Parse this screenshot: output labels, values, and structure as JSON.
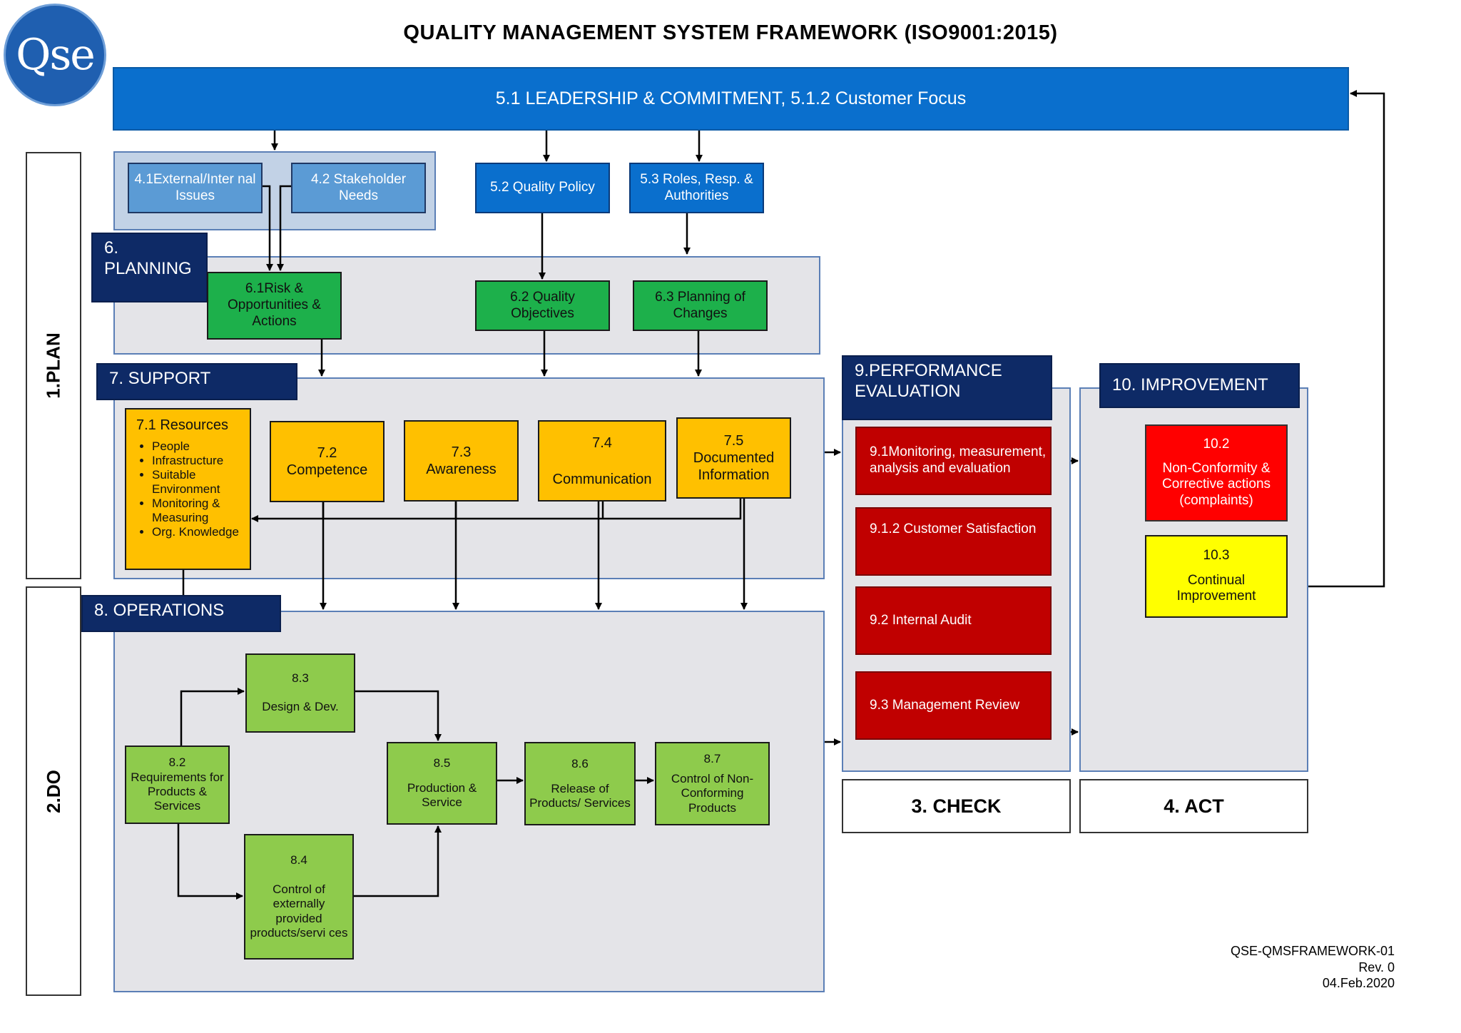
{
  "title": "QUALITY MANAGEMENT SYSTEM FRAMEWORK (ISO9001:2015)",
  "logo": "Qse",
  "leadership": "5.1 LEADERSHIP & COMMITMENT, 5.1.2 Customer Focus",
  "phases": {
    "plan": "1.PLAN",
    "do": "2.DO",
    "check": "3. CHECK",
    "act": "4. ACT"
  },
  "context": {
    "external": "4.1External/Inter nal Issues",
    "stakeholder": "4.2 Stakeholder Needs"
  },
  "leadership_boxes": {
    "policy": "5.2 Quality Policy",
    "roles": "5.3 Roles, Resp. & Authorities"
  },
  "planning": {
    "header": "6. PLANNING",
    "risk": "6.1Risk & Opportunities & Actions",
    "objectives": "6.2 Quality Objectives",
    "changes": "6.3 Planning of Changes"
  },
  "support": {
    "header": "7. SUPPORT",
    "resources_title": "7.1 Resources",
    "resources_items": [
      "People",
      "Infrastructure",
      "Suitable Environment",
      "Monitoring & Measuring",
      "Org. Knowledge"
    ],
    "competence_num": "7.2",
    "competence": "Competence",
    "awareness_num": "7.3",
    "awareness": "Awareness",
    "communication_num": "7.4",
    "communication": "Communication",
    "documented_num": "7.5",
    "documented": "Documented Information"
  },
  "operations": {
    "header": "8. OPERATIONS",
    "requirements_num": "8.2",
    "requirements": "Requirements for Products & Services",
    "design_num": "8.3",
    "design": "Design & Dev.",
    "external_num": "8.4",
    "external": "Control of externally provided products/servi ces",
    "production_num": "8.5",
    "production": "Production & Service",
    "release_num": "8.6",
    "release": "Release of Products/ Services",
    "nonconforming_num": "8.7",
    "nonconforming": "Control of Non-Conforming Products"
  },
  "performance": {
    "header": "9.PERFORMANCE EVALUATION",
    "monitoring": "9.1Monitoring, measurement, analysis and evaluation",
    "customer": "9.1.2 Customer Satisfaction",
    "audit": "9.2 Internal Audit",
    "review": "9.3 Management Review"
  },
  "improvement": {
    "header": "10. IMPROVEMENT",
    "nonconformity_num": "10.2",
    "nonconformity": "Non-Conformity & Corrective actions (complaints)",
    "continual_num": "10.3",
    "continual": "Continual Improvement"
  },
  "footer": {
    "code": "QSE-QMSFRAMEWORK-01",
    "rev": "Rev. 0",
    "date": "04.Feb.2020"
  },
  "colors": {
    "leadership": "#0a6fcd",
    "navy": "#0e2a66",
    "green": "#1db04b",
    "light_green": "#8ecb4c",
    "orange": "#ffc000",
    "dark_red": "#c00000",
    "red": "#ff0000",
    "yellow": "#ffff00"
  }
}
